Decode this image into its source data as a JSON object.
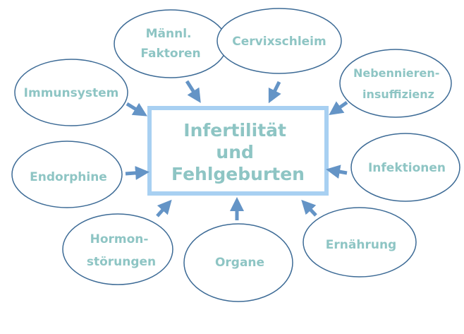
{
  "center": {
    "lines": [
      "Infertilität",
      "und",
      "Fehlgeburten"
    ]
  },
  "factors": [
    {
      "id": "maennl-faktoren",
      "lines": [
        "Männl.",
        "Faktoren"
      ]
    },
    {
      "id": "cervixschleim",
      "lines": [
        "Cervixschleim"
      ]
    },
    {
      "id": "immunsystem",
      "lines": [
        "Immunsystem"
      ]
    },
    {
      "id": "nebenniereninsuffizienz",
      "lines": [
        "Nebennieren-",
        "insuffizienz"
      ]
    },
    {
      "id": "endorphine",
      "lines": [
        "Endorphine"
      ]
    },
    {
      "id": "infektionen",
      "lines": [
        "Infektionen"
      ]
    },
    {
      "id": "hormonstoerungen",
      "lines": [
        "Hormon-",
        "störungen"
      ]
    },
    {
      "id": "organe",
      "lines": [
        "Organe"
      ]
    },
    {
      "id": "ernaehrung",
      "lines": [
        "Ernährung"
      ]
    }
  ],
  "colors": {
    "text": "#8ec5c4",
    "ellipse_stroke": "#3d6b96",
    "center_border": "#a8d0f2",
    "arrow": "#6494c6",
    "background": "#ffffff"
  }
}
